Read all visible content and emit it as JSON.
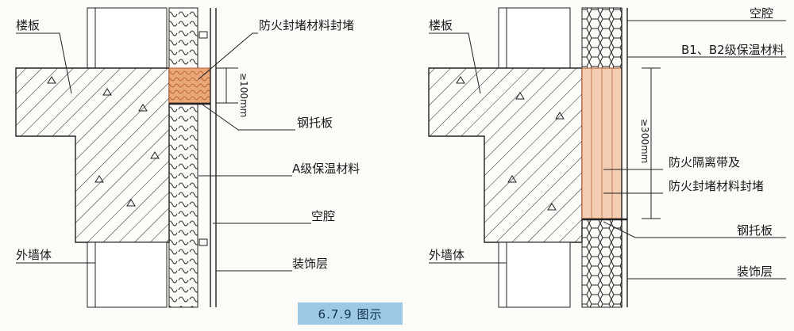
{
  "caption": "6.7.9 图示",
  "left": {
    "floor": "楼板",
    "outer_wall": "外墙体",
    "firestop_seal": "防火封堵材料封堵",
    "steel_bracket": "钢托板",
    "a_insulation": "A级保温材料",
    "cavity": "空腔",
    "finish": "装饰层",
    "dim": "≥100mm"
  },
  "right": {
    "floor": "楼板",
    "outer_wall": "外墙体",
    "cavity": "空腔",
    "b_insulation": "B1、B2级保温材料",
    "fire_band_1": "防火隔离带及",
    "fire_band_2": "防火封堵材料封堵",
    "steel_bracket": "钢托板",
    "finish": "装饰层",
    "dim": "≥300mm"
  },
  "colors": {
    "seal": "#e9a679",
    "line": "#1a1a1a",
    "caption_bg": "#9cc8e6"
  }
}
